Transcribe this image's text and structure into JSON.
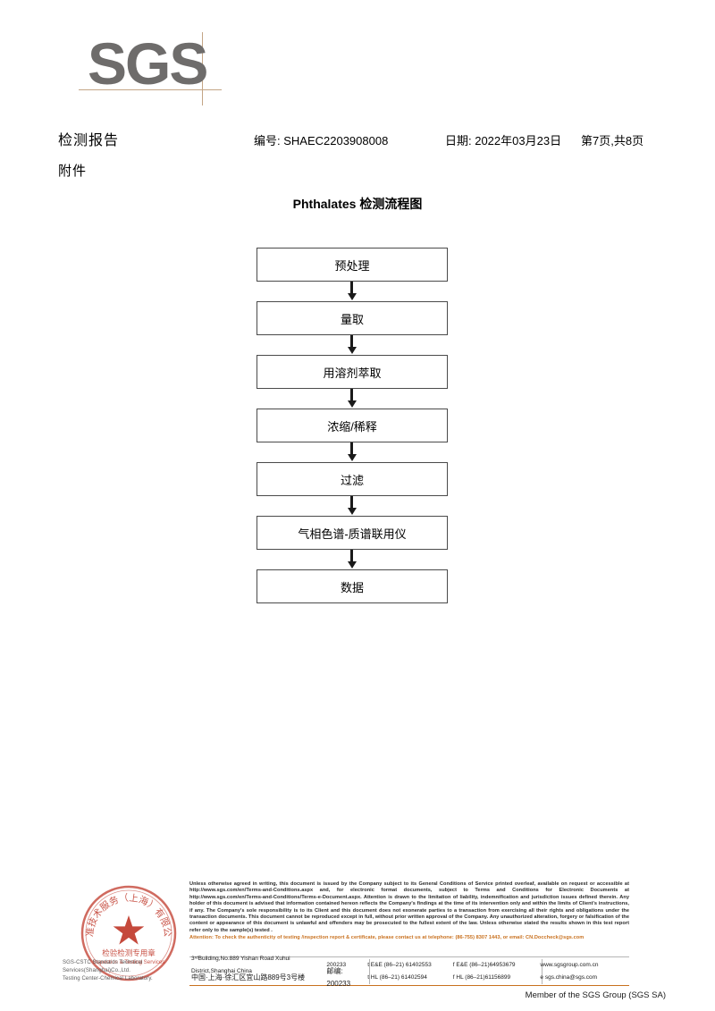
{
  "document": {
    "brand": "SGS",
    "report_title": "检测报告",
    "report_subtitle": "附件",
    "report_no": "编号: SHAEC2203908008",
    "date": "日期: 2022年03月23日",
    "page_info": "第7页,共8页"
  },
  "flowchart": {
    "title": "Phthalates 检测流程图",
    "nodes": [
      "预处理",
      "量取",
      "用溶剂萃取",
      "浓缩/稀释",
      "过滤",
      "气相色谱-质谱联用仪",
      "数据"
    ]
  },
  "seal": {
    "outer_text": "标准技术服务（上海）有限公司",
    "line1": "检验检测专用章",
    "line2": "Inspection & Testing Services",
    "color": "#c0392b"
  },
  "company": {
    "name_line1": "SGS-CSTC Standards Technical Services(Shanghai)Co.,Ltd.",
    "name_line2": "Testing Center-Chemical Laboratory."
  },
  "legal": {
    "body": "Unless otherwise agreed in writing, this document is issued by the Company subject to its General Conditions of Service printed overleaf, available on request or accessible at http://www.sgs.com/en/Terms-and-Conditions.aspx and, for electronic format documents, subject to Terms and Conditions for Electronic Documents at http://www.sgs.com/en/Terms-and-Conditions/Terms-e-Document.aspx. Attention is drawn to the limitation of liability, indemnification and jurisdiction issues defined therein. Any holder of this document is advised that information contained hereon reflects the Company's findings at the time of its intervention only and within the limits of Client's instructions, if any. The Company's sole responsibility is to its Client and this document does not exonerate parties to a transaction from exercising all their rights and obligations under the transaction documents. This document cannot be reproduced except in full, without prior written approval of the Company. Any unauthorized alteration, forgery or falsification of the content or appearance of this document is unlawful and offenders may be prosecuted to the fullest extent of the law. Unless otherwise stated the results shown in this test report refer only to the sample(s) tested .",
    "attention": "Attention: To check the authenticity of testing /inspection report & certificate, please contact us at telephone: (86-755) 8307 1443, or email: CN.Doccheck@sgs.com"
  },
  "address": {
    "en_address": "3ʳᵈBuilding,No.889 Yishan Road Xuhui District,Shanghai China",
    "en_zip": "200233",
    "zh_address": "中国·上海·徐汇区宜山路889号3号楼",
    "zh_zip": "邮编: 200233",
    "tel_ee": "t E&E (86–21) 61402553",
    "fax_ee": "f E&E (86–21)64953679",
    "tel_hl": "t HL (86–21) 61402594",
    "fax_hl": "f HL (86–21)61156899",
    "website": "www.sgsgroup.com.cn",
    "email": "e sgs.china@sgs.com"
  },
  "footer": {
    "member": "Member of the SGS Group (SGS SA)"
  }
}
